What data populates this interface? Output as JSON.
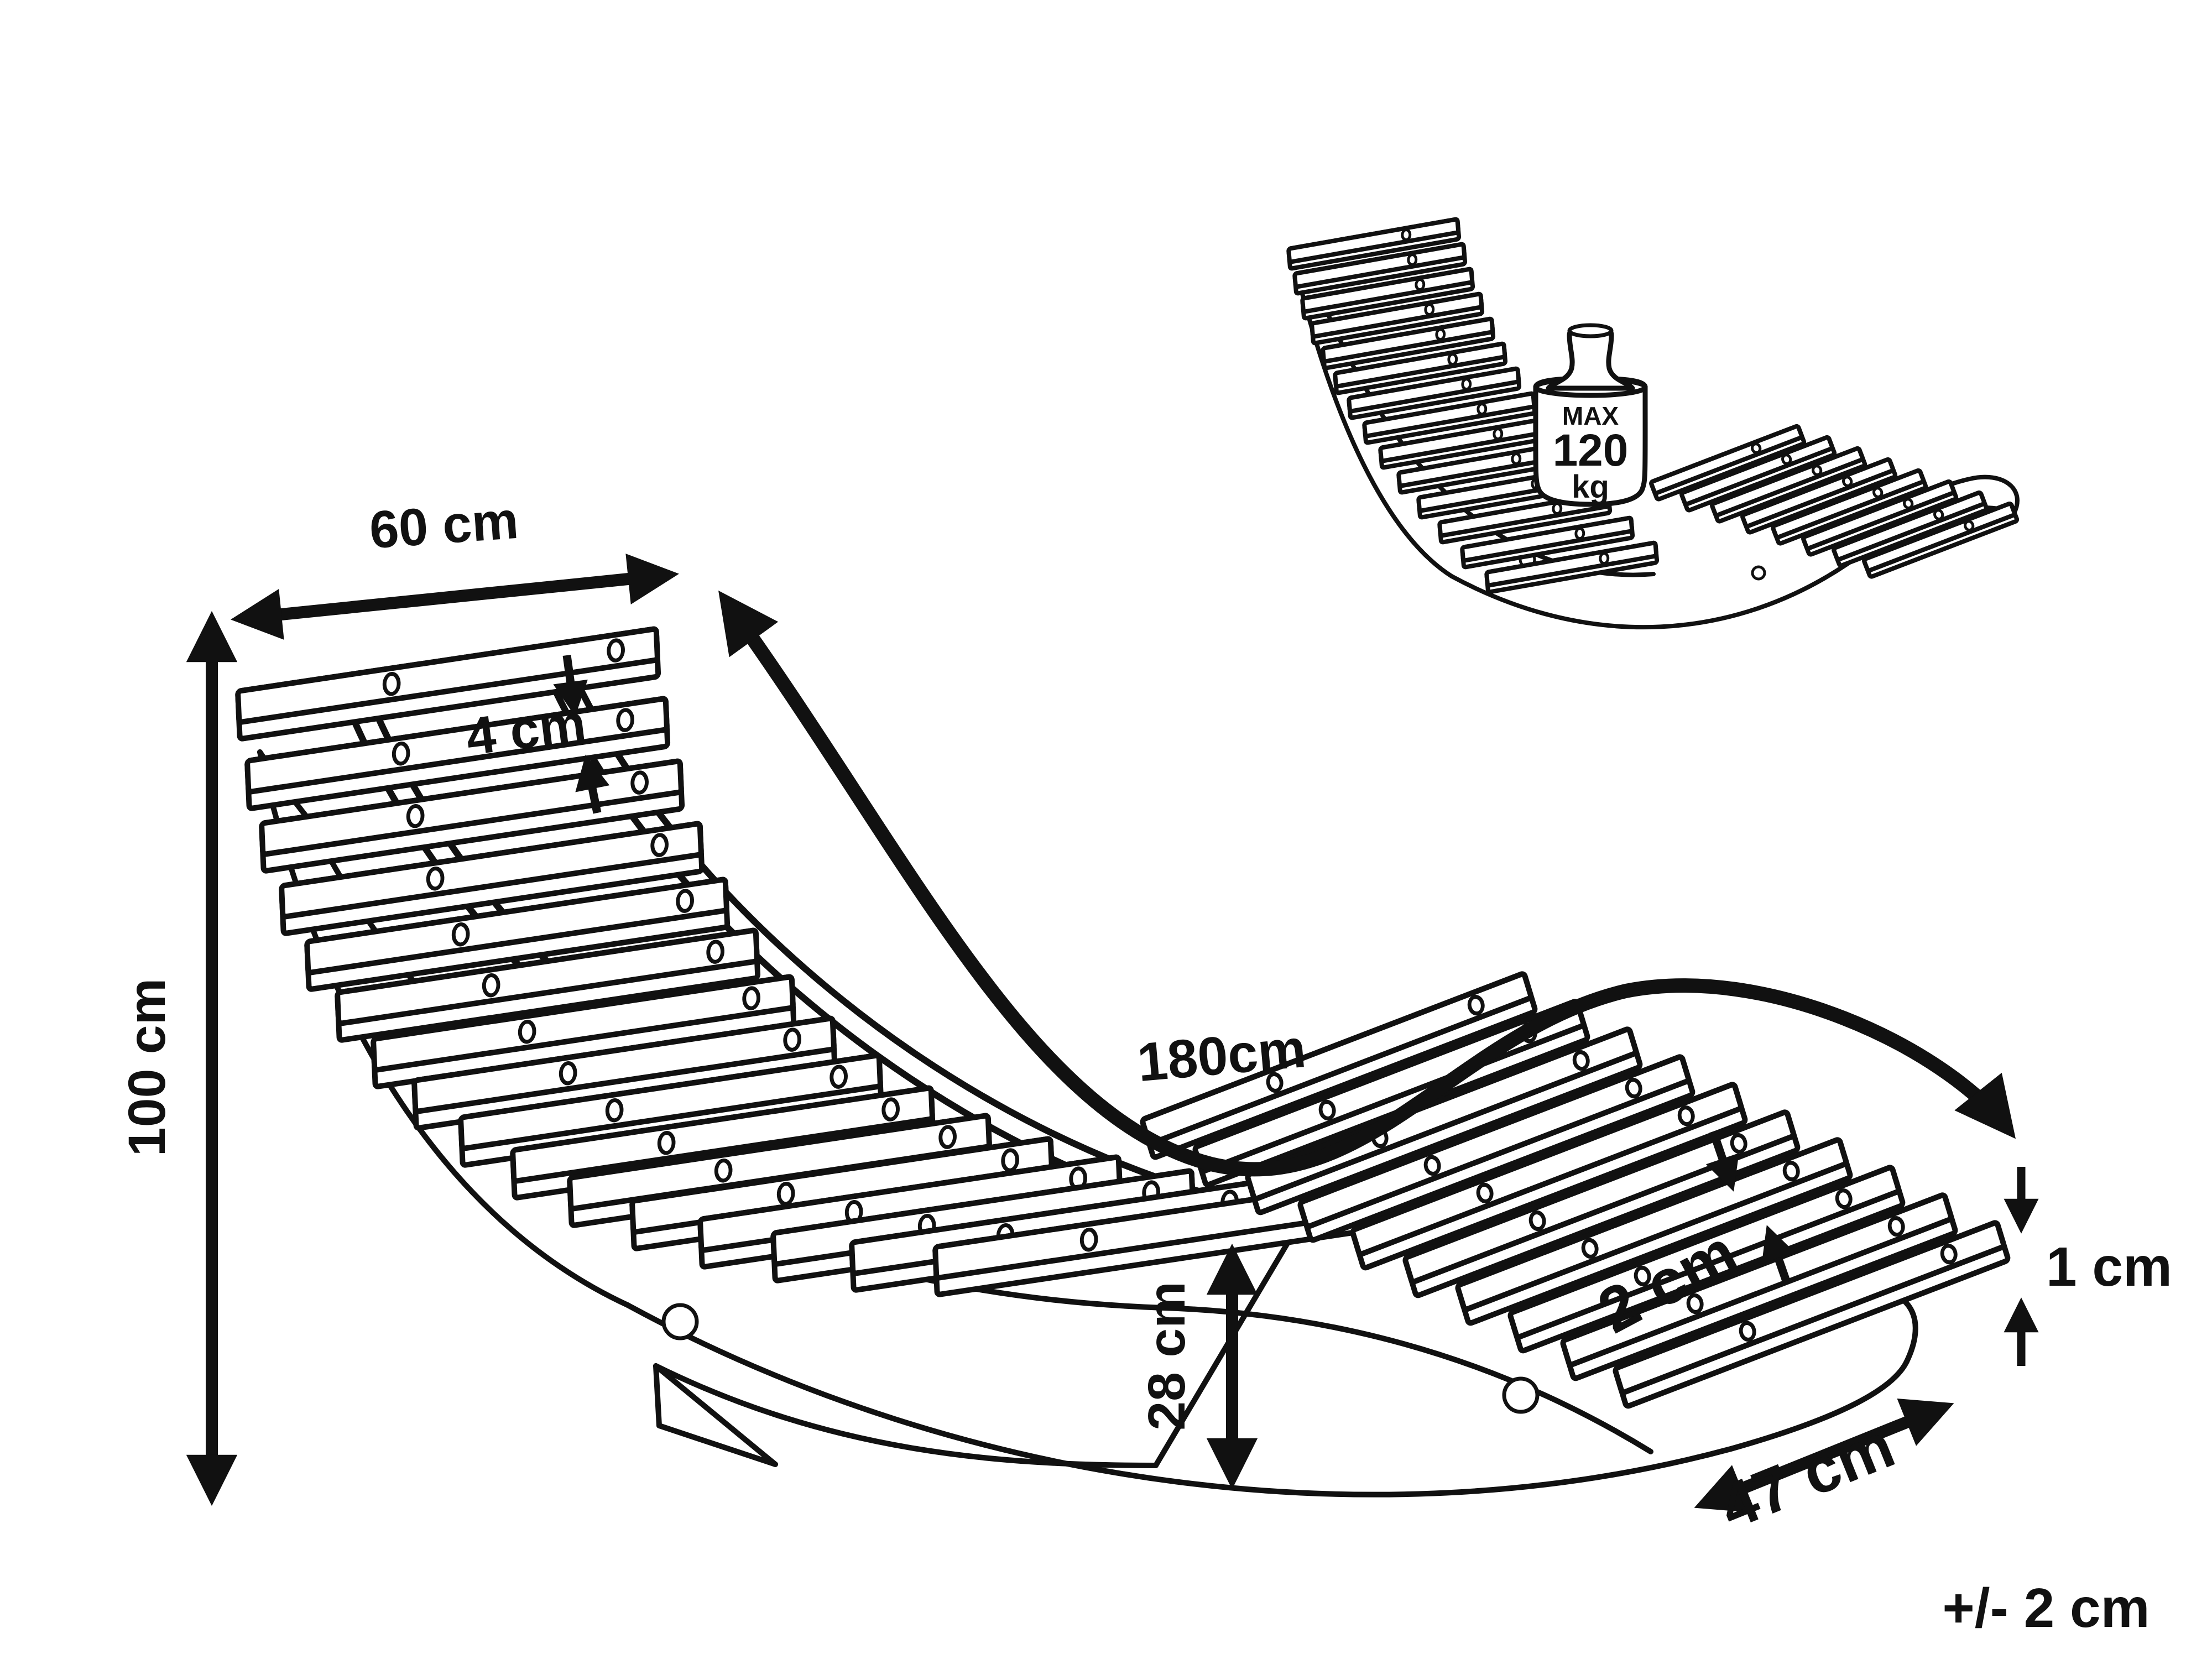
{
  "diagram": {
    "subject": "S-shaped slatted rocking sun lounger - technical dimension drawing",
    "background_color": "#ffffff",
    "line_color": "#111111",
    "dim": {
      "width_top": "60 cm",
      "slat_thickness": "4 cm",
      "height": "100 cm",
      "curve_length": "180cm",
      "clearance": "28 cm",
      "slat_gap": "2 cm",
      "foot_slat_thickness": "1 cm",
      "foot_width": "47 cm",
      "tolerance": "+/- 2 cm"
    },
    "max_load": {
      "label": "MAX",
      "value": "120",
      "unit": "kg"
    }
  }
}
